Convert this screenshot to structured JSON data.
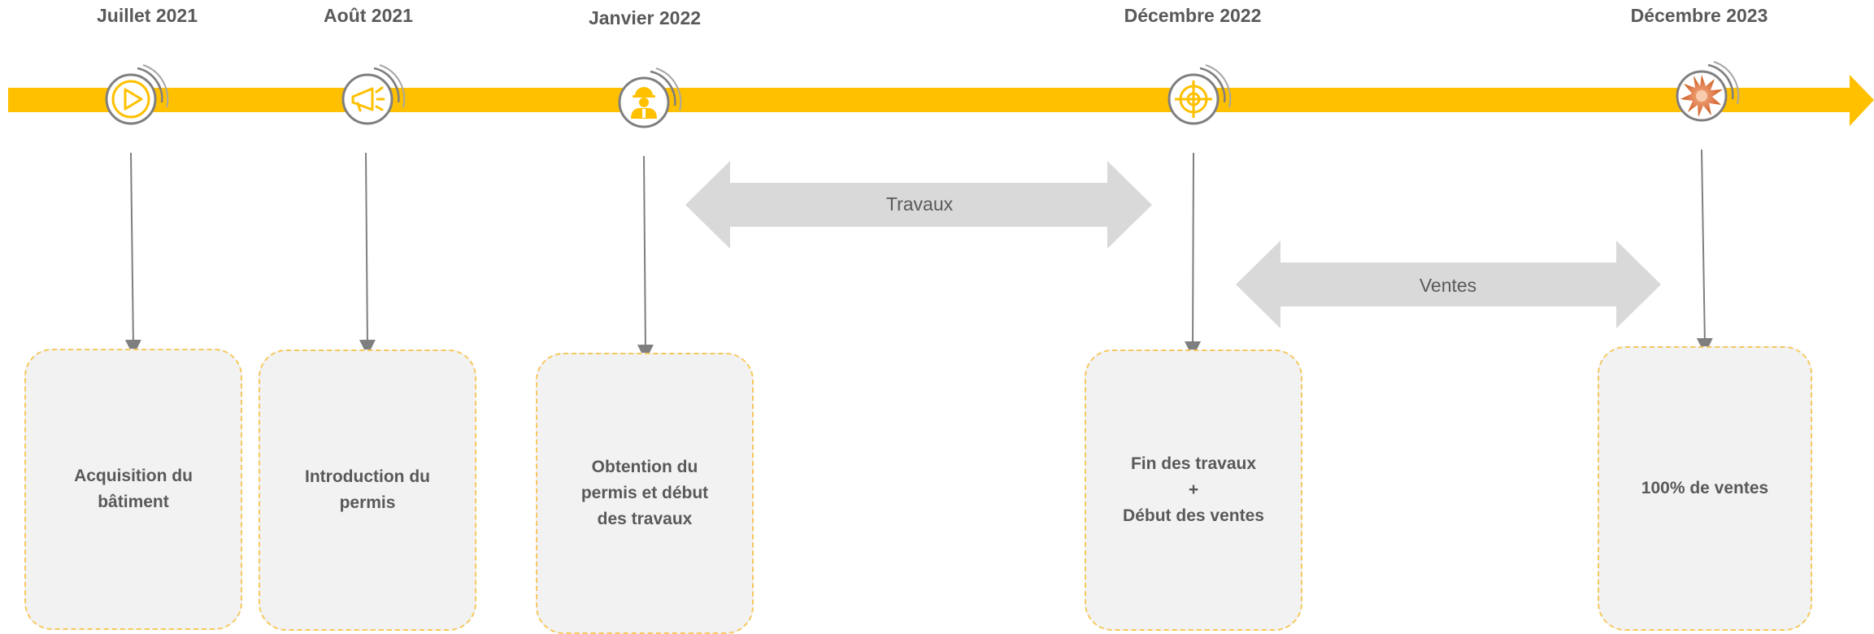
{
  "milestones": [
    {
      "date": "Juillet 2021",
      "icon": "play-icon",
      "description": "Acquisition du\nbâtiment"
    },
    {
      "date": "Août 2021",
      "icon": "megaphone-icon",
      "description": "Introduction du\npermis"
    },
    {
      "date": "Janvier 2022",
      "icon": "worker-icon",
      "description": "Obtention du\npermis et début\ndes travaux"
    },
    {
      "date": "Décembre 2022",
      "icon": "target-icon",
      "description": "Fin des travaux\n+\nDébut des ventes"
    },
    {
      "date": "Décembre 2023",
      "icon": "burst-icon",
      "description": "100% de ventes"
    }
  ],
  "phases": [
    {
      "label": "Travaux"
    },
    {
      "label": "Ventes"
    }
  ],
  "colors": {
    "timeline": "#FFC000",
    "icon": "#FFC000",
    "ring": "#808080",
    "phase_arrow": "#D9D9D9",
    "card_border": "#F7C85C",
    "text": "#595959"
  }
}
